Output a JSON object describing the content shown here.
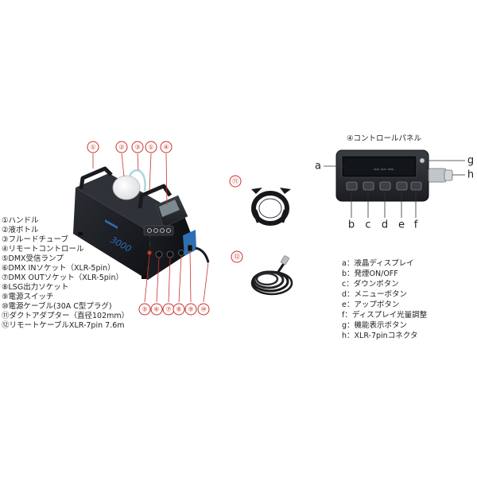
{
  "machine_callouts": [
    "①",
    "②",
    "③",
    "①",
    "④",
    "⑤",
    "⑥",
    "⑦",
    "⑧",
    "⑨",
    "⑩"
  ],
  "machine_model": "3000",
  "accessory_callouts": [
    "⑪",
    "⑫"
  ],
  "parts_list": [
    "①ハンドル",
    "②液ボトル",
    "③フルードチューブ",
    "④リモートコントロール",
    "⑤DMX受信ランプ",
    "⑥DMX INソケット（XLR-5pin）",
    "⑦DMX OUTソケット（XLR-5pin）",
    "⑧LSG出力ソケット",
    "⑨電源スイッチ",
    "⑩電源ケーブル(30A C型プラグ)",
    "⑪ダクトアダプター（直径102mm）",
    "⑫リモートケーブルXLR-7pin 7.6m"
  ],
  "panel": {
    "title": "④コントロールパネル",
    "lcd_text": "HAZE BASE MENU",
    "letters": {
      "a": "a",
      "b": "b",
      "c": "c",
      "d": "d",
      "e": "e",
      "f": "f",
      "g": "g",
      "h": "h"
    },
    "legend": [
      "a：液晶ディスプレイ",
      "b：発煙ON/OFF",
      "c：ダウンボタン",
      "d：メニューボタン",
      "e：アップボタン",
      "f：ディスプレイ光量調整",
      "g：機能表示ボタン",
      "h：XLR-7pinコネクタ"
    ]
  },
  "colors": {
    "callout": "#c8312a",
    "text": "#222222",
    "device": "#1c1e22",
    "accent": "#2d6fb5"
  }
}
